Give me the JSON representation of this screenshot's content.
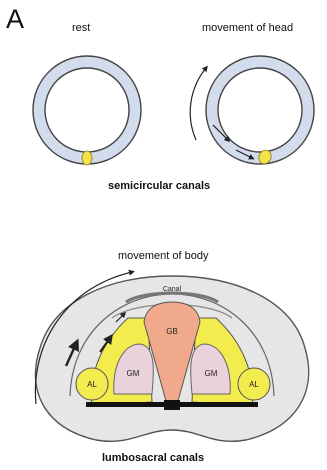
{
  "panel_letter": "A",
  "top_panel": {
    "left_label": "rest",
    "right_label": "movement of head",
    "caption": "semicircular canals"
  },
  "bottom_panel": {
    "movement_label": "movement of body",
    "caption": "lumbosacral canals",
    "labels": {
      "canal": "Canal",
      "gb": "GB",
      "gm_left": "GM",
      "gm_right": "GM",
      "al_left": "AL",
      "al_right": "AL"
    }
  },
  "colors": {
    "canal_fill": "#d3dcec",
    "canal_outline": "#3a3a3a",
    "cupula": "#f2e24a",
    "glycogen_body": "#f0a98a",
    "accessory_lobe": "#f3ec4e",
    "gray_matter": "#e9d2dc",
    "body_fill": "#e6e6e6"
  }
}
